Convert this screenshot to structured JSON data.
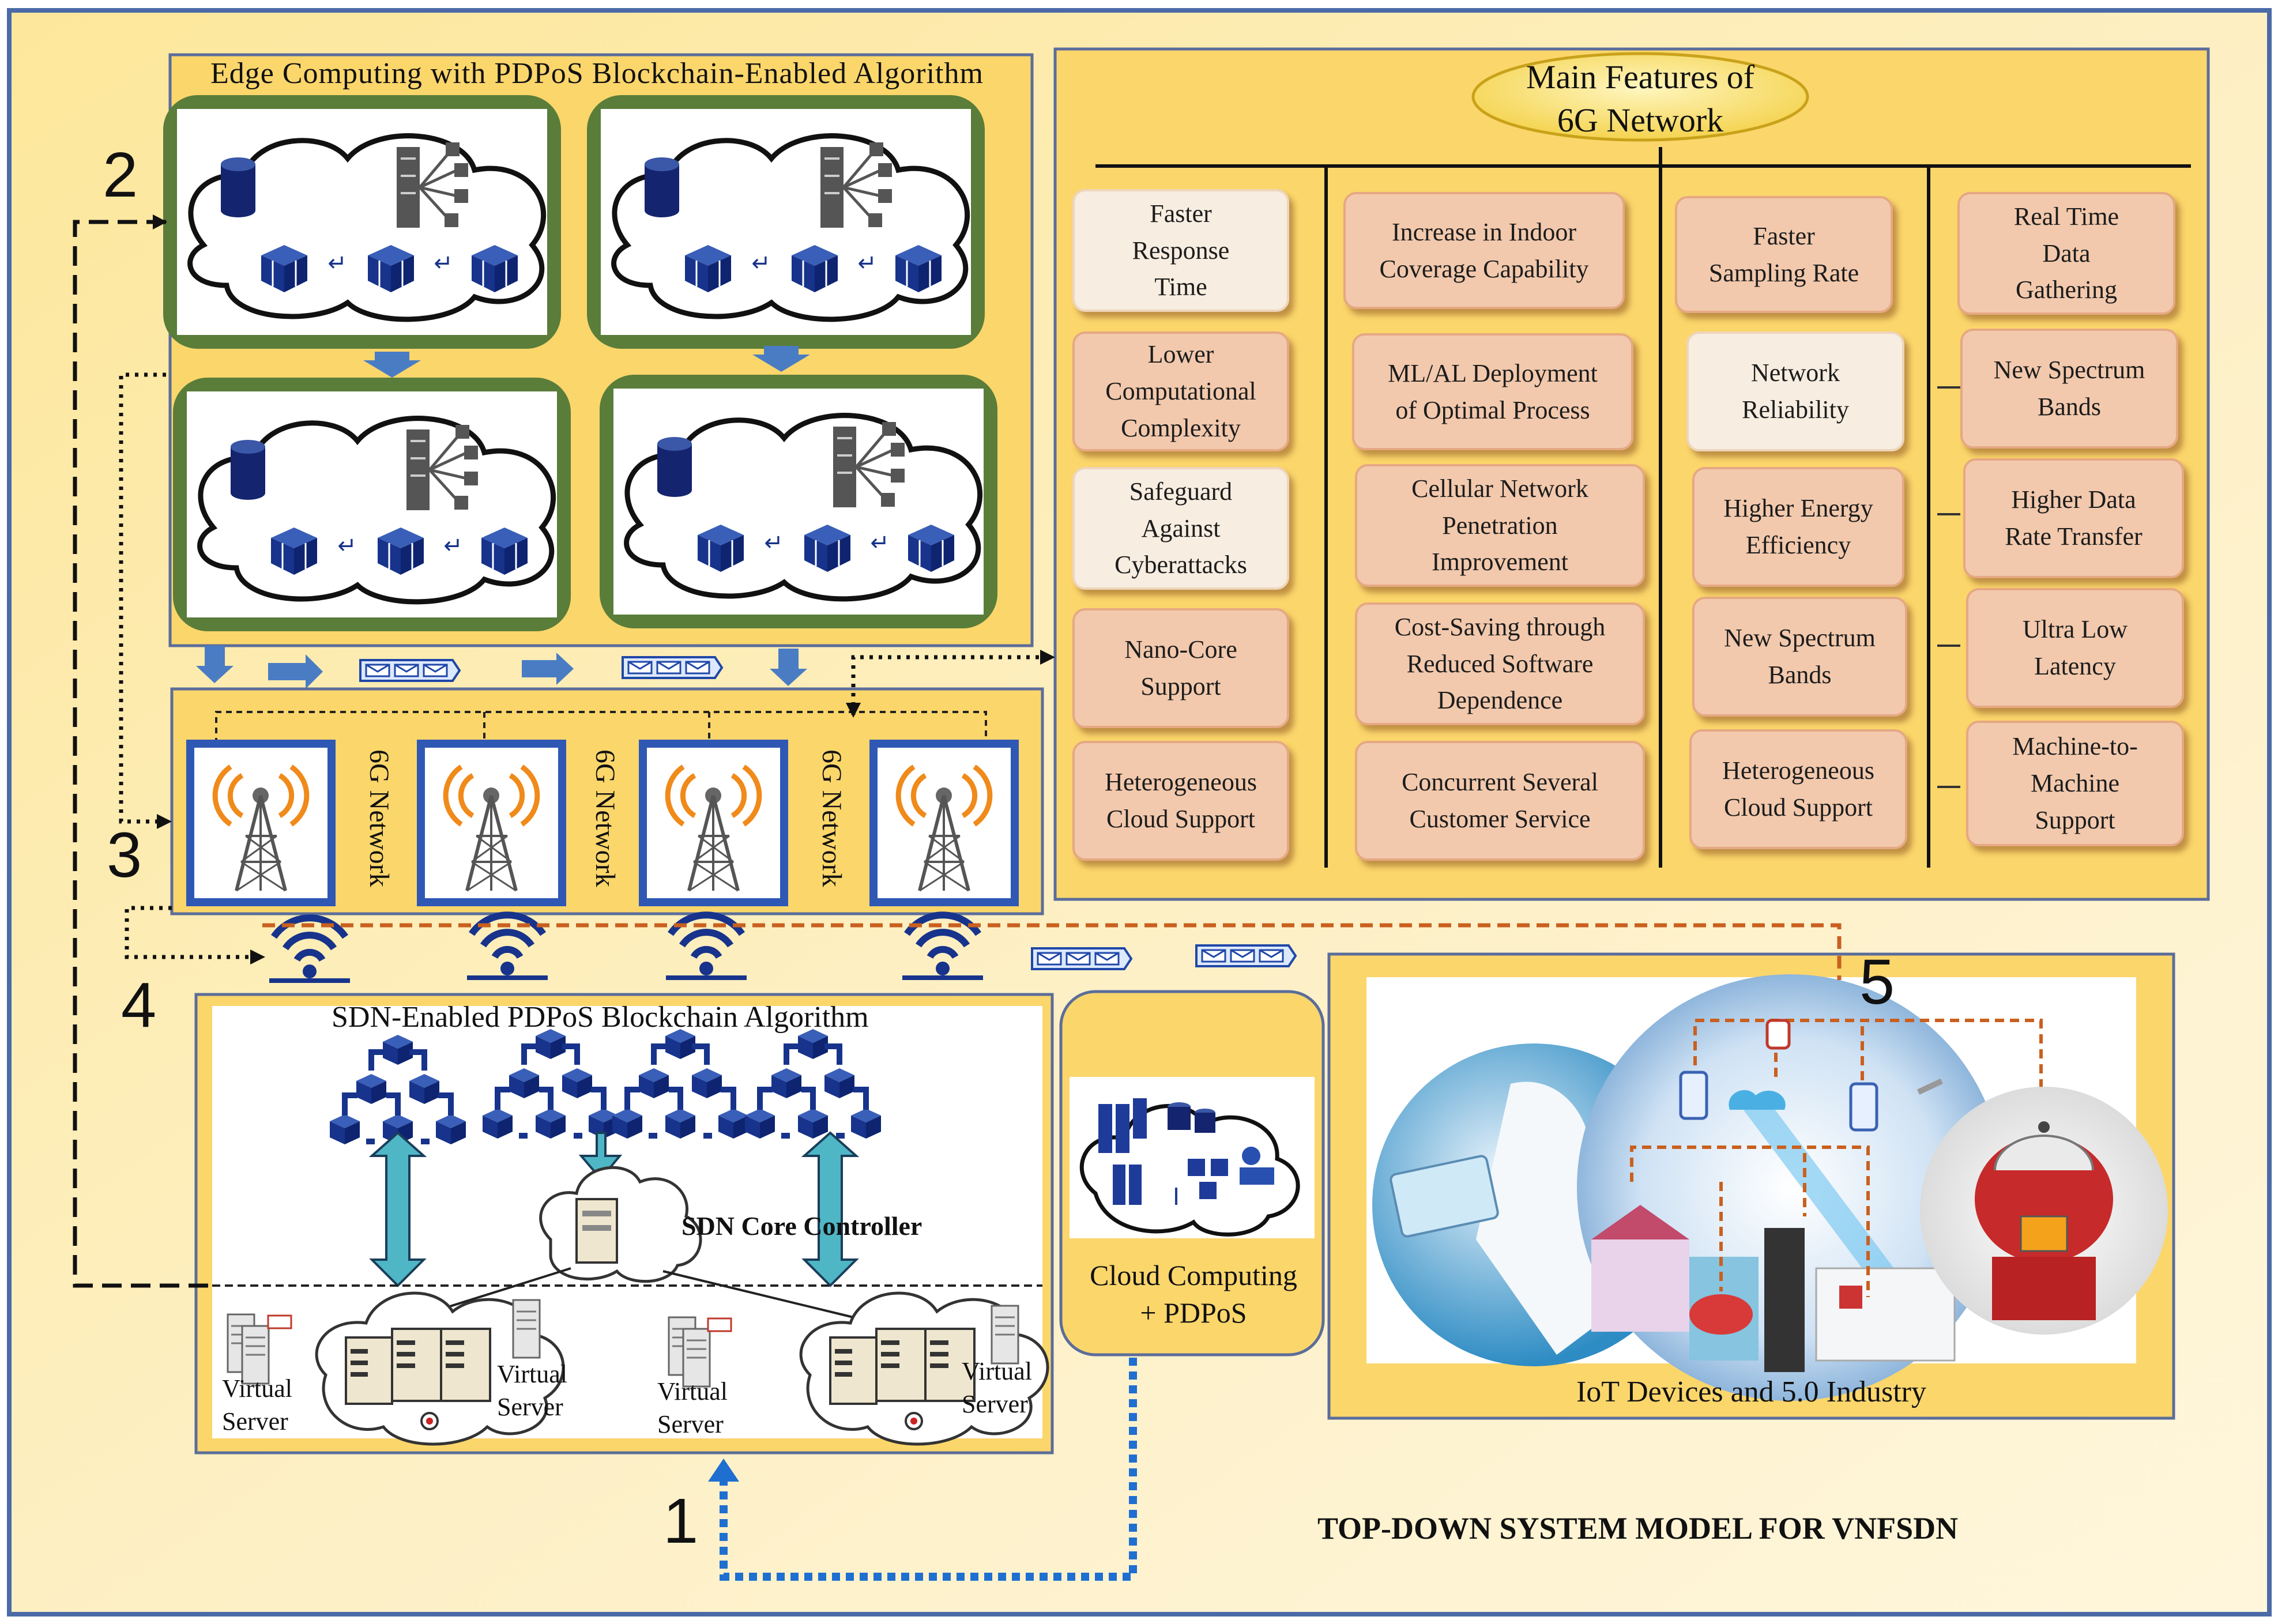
{
  "diagram": {
    "edge_title": "Edge Computing with PDPoS Blockchain-Enabled Algorithm",
    "features_title_line1": "Main Features of",
    "features_title_line2": "6G Network",
    "features": {
      "col1": [
        "Faster\nResponse\nTime",
        "Lower\nComputational\nComplexity",
        "Safeguard\nAgainst\nCyberattacks",
        "Nano-Core\nSupport",
        "Heterogeneous\nCloud Support"
      ],
      "col2": [
        "Increase in Indoor\nCoverage Capability",
        "ML/AL Deployment\nof Optimal Process",
        "Cellular Network\nPenetration\nImprovement",
        "Cost-Saving through\nReduced Software\nDependence",
        "Concurrent Several\nCustomer Service"
      ],
      "col3": [
        "Faster\nSampling Rate",
        "Network\nReliability",
        "Higher Energy\nEfficiency",
        "New Spectrum\nBands",
        "Heterogeneous\nCloud Support"
      ],
      "col4": [
        "Real Time\nData\nGathering",
        "New Spectrum\nBands",
        "Higher Data\nRate Transfer",
        "Ultra Low\nLatency",
        "Machine-to-\nMachine\nSupport"
      ]
    },
    "network_label": "6G Network",
    "sdn_title": "SDN-Enabled  PDPoS Blockchain Algorithm",
    "sdn_controller": "SDN Core Controller",
    "virtual_server": "Virtual\nServer",
    "cloud_label": "Cloud Computing\n+ PDPoS",
    "iot_label": "IoT Devices and 5.0 Industry",
    "system_title": "TOP-DOWN SYSTEM MODEL FOR VNFSDN",
    "step_numbers": [
      "1",
      "2",
      "3",
      "4",
      "5"
    ]
  },
  "colors": {
    "outer_panel": "#fbd364",
    "panel_fill": "#fbd66b",
    "panel_border": "#5b6d9a",
    "cloud_frame": "#5a7d3a",
    "blockchain_blue": "#17338b",
    "arrow_blue": "#4a7cc4",
    "cyan_arrow": "#4fb6c6",
    "orange_dash": "#c9601f",
    "blue_dotted": "#1f6fd0",
    "salmon_box": "#f2c9ad",
    "cream_box": "#f7ede0"
  },
  "icons": [
    "database-icon",
    "server-network-icon",
    "cube-icon",
    "cell-tower-icon",
    "wifi-signal-icon",
    "data-packet-icon",
    "blockchain-icon",
    "cloud-server-icon",
    "virtual-server-icon",
    "server-cluster-icon",
    "iot-collage-image"
  ]
}
